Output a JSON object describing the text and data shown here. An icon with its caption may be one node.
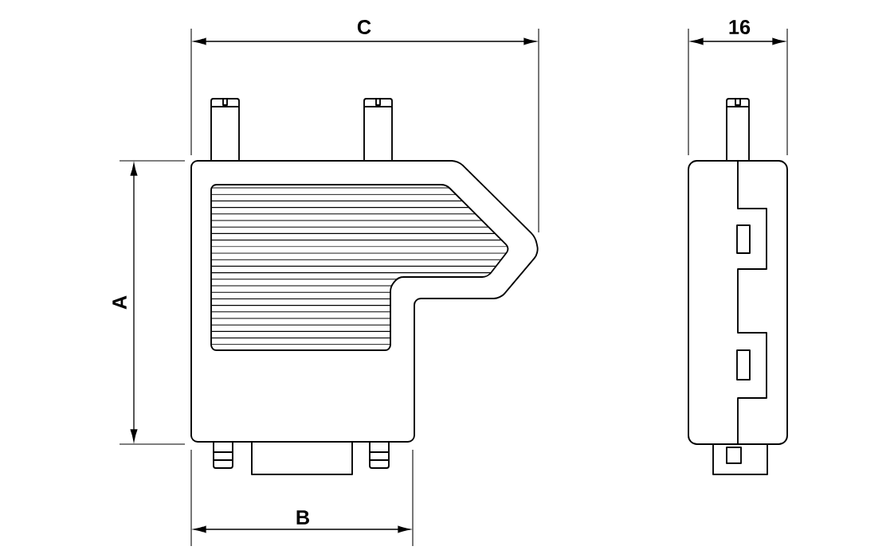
{
  "diagram": {
    "labels": [
      "C",
      "16",
      "A",
      "B"
    ]
  }
}
